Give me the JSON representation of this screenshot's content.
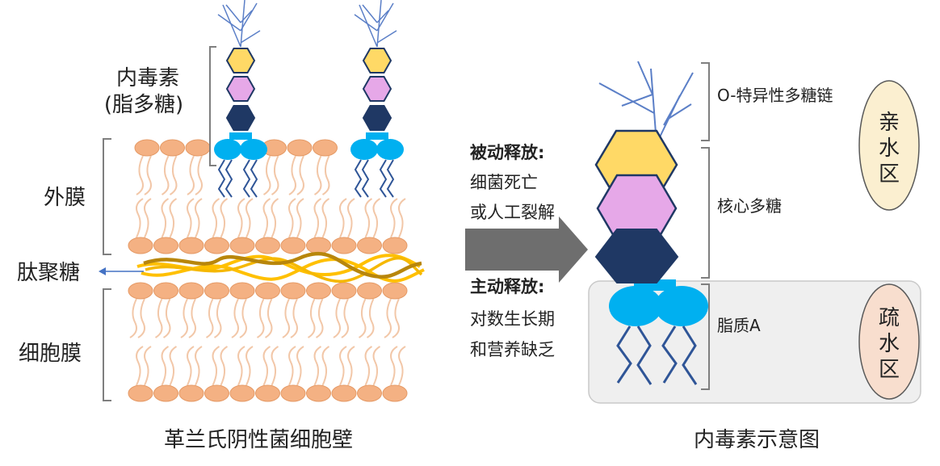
{
  "left_panel": {
    "endotoxin_label_line1": "内毒素",
    "endotoxin_label_line2": "(脂多糖)",
    "outer_membrane_label": "外膜",
    "peptidoglycan_label": "肽聚糖",
    "cell_membrane_label": "细胞膜",
    "caption": "革兰氏阴性菌细胞壁"
  },
  "middle_panel": {
    "passive_title": "被动释放:",
    "passive_line1": "细菌死亡",
    "passive_line2": "或人工裂解",
    "active_title": "主动释放:",
    "active_line1": "对数生长期",
    "active_line2": "和营养缺乏"
  },
  "right_panel": {
    "o_antigen_label": "O-特异性多糖链",
    "core_label": "核心多糖",
    "lipid_a_label": "脂质A",
    "hydrophilic_label": [
      "亲",
      "水",
      "区"
    ],
    "hydrophobic_label": [
      "疏",
      "水",
      "区"
    ],
    "caption": "内毒素示意图"
  },
  "colors": {
    "lipid_head": "#F4B183",
    "lipid_head_stroke": "#E59A66",
    "lipid_tail": "#F2C7A8",
    "hexagon_yellow": "#FFD966",
    "hexagon_pink": "#E6A8E8",
    "hexagon_navy": "#1F3864",
    "lipid_a_blue": "#00B0F0",
    "chain_line": "#2F5597",
    "branch_line": "#5B7FC7",
    "peptidoglycan_dark": "#B8860B",
    "peptidoglycan_light": "#FFC000",
    "arrow_gray": "#6E6E6E",
    "hydrophobic_box": "#EFEFEF",
    "hydrophilic_oval": "#FBEFD0",
    "hydrophobic_oval": "#F8DECE"
  }
}
